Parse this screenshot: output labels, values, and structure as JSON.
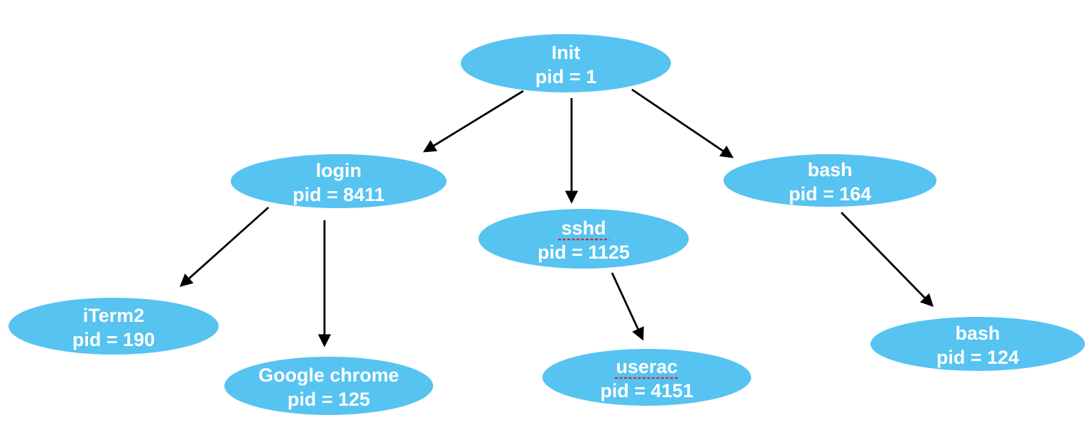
{
  "diagram": {
    "type": "process-tree",
    "nodes": [
      {
        "id": "init",
        "label": "Init",
        "pid": "pid = 1",
        "spellcheck_underline": false
      },
      {
        "id": "login",
        "label": "login",
        "pid": "pid = 8411",
        "spellcheck_underline": false
      },
      {
        "id": "sshd",
        "label": "sshd",
        "pid": "pid = 1125",
        "spellcheck_underline": true
      },
      {
        "id": "bash-164",
        "label": "bash",
        "pid": "pid = 164",
        "spellcheck_underline": false
      },
      {
        "id": "iterm2",
        "label": "iTerm2",
        "pid": "pid = 190",
        "spellcheck_underline": false
      },
      {
        "id": "google-chrome",
        "label": "Google chrome",
        "pid": "pid = 125",
        "spellcheck_underline": false
      },
      {
        "id": "userac",
        "label": "userac",
        "pid": "pid = 4151",
        "spellcheck_underline": true
      },
      {
        "id": "bash-124",
        "label": "bash",
        "pid": "pid = 124",
        "spellcheck_underline": false
      }
    ],
    "edges": [
      {
        "from": "init",
        "to": "login"
      },
      {
        "from": "init",
        "to": "sshd"
      },
      {
        "from": "init",
        "to": "bash-164"
      },
      {
        "from": "login",
        "to": "iterm2"
      },
      {
        "from": "login",
        "to": "google-chrome"
      },
      {
        "from": "sshd",
        "to": "userac"
      },
      {
        "from": "bash-164",
        "to": "bash-124"
      }
    ],
    "colors": {
      "node_fill": "#56c3f1",
      "node_text": "#ffffff",
      "arrow": "#000000",
      "background": "#ffffff",
      "spellcheck_underline": "#d62a2a"
    }
  }
}
